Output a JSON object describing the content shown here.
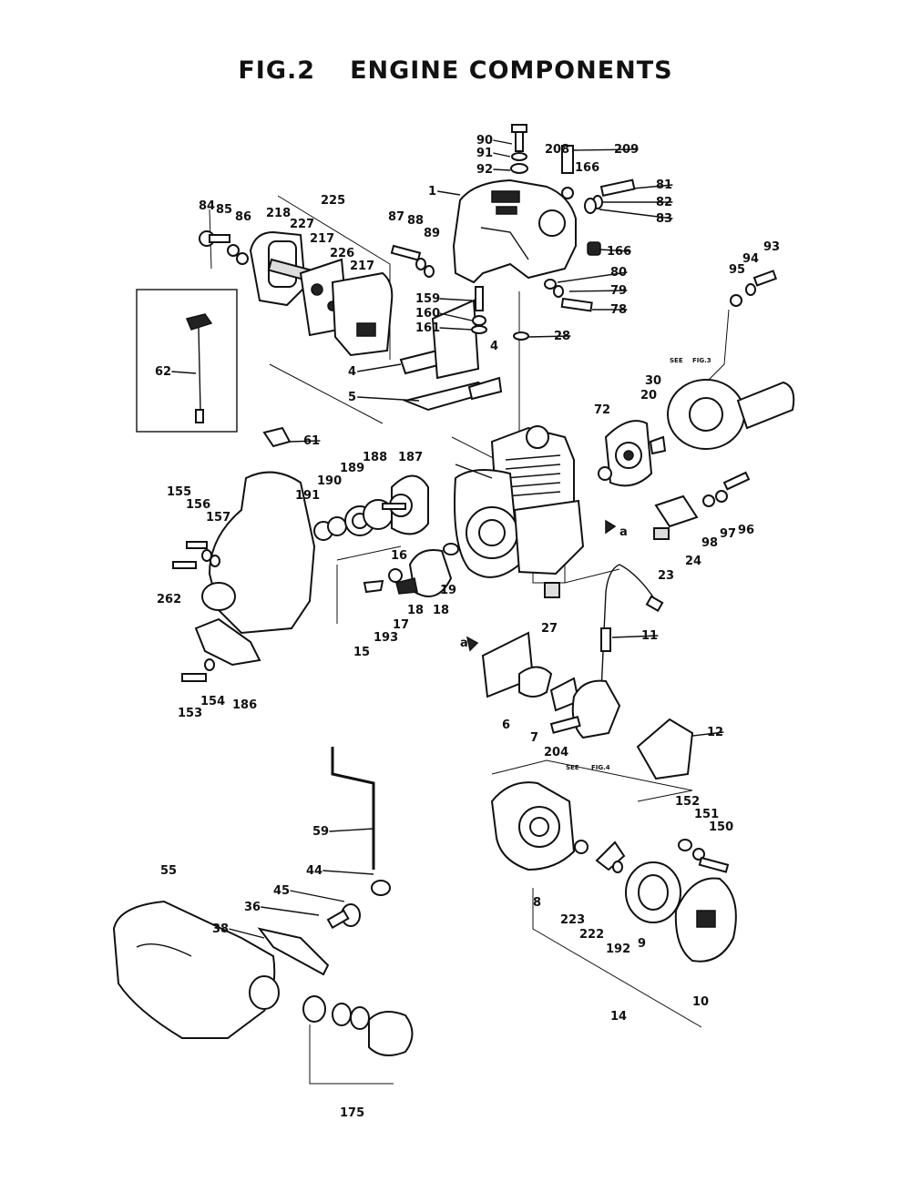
{
  "title": {
    "fig": "FIG.2",
    "name": "ENGINE COMPONENTS"
  },
  "refs": {
    "see": "SEE",
    "fig3": "FIG.3",
    "fig4": "FIG.4",
    "arrow_a": "a"
  },
  "callouts": [
    "90",
    "91",
    "92",
    "208",
    "209",
    "166",
    "81",
    "82",
    "83",
    "1",
    "166",
    "80",
    "79",
    "78",
    "93",
    "94",
    "95",
    "225",
    "84",
    "85",
    "86",
    "218",
    "227",
    "217",
    "226",
    "217",
    "87",
    "88",
    "89",
    "159",
    "160",
    "161",
    "28",
    "62",
    "4",
    "4",
    "5",
    "187",
    "188",
    "189",
    "190",
    "191",
    "61",
    "72",
    "20",
    "30",
    "155",
    "156",
    "157",
    "262",
    "16",
    "19",
    "18",
    "18",
    "17",
    "15",
    "193",
    "96",
    "97",
    "98",
    "24",
    "23",
    "27",
    "11",
    "153",
    "154",
    "186",
    "6",
    "7",
    "204",
    "12",
    "59",
    "44",
    "45",
    "36",
    "38",
    "55",
    "175",
    "8",
    "223",
    "222",
    "192",
    "152",
    "151",
    "150",
    "9",
    "10",
    "14"
  ]
}
